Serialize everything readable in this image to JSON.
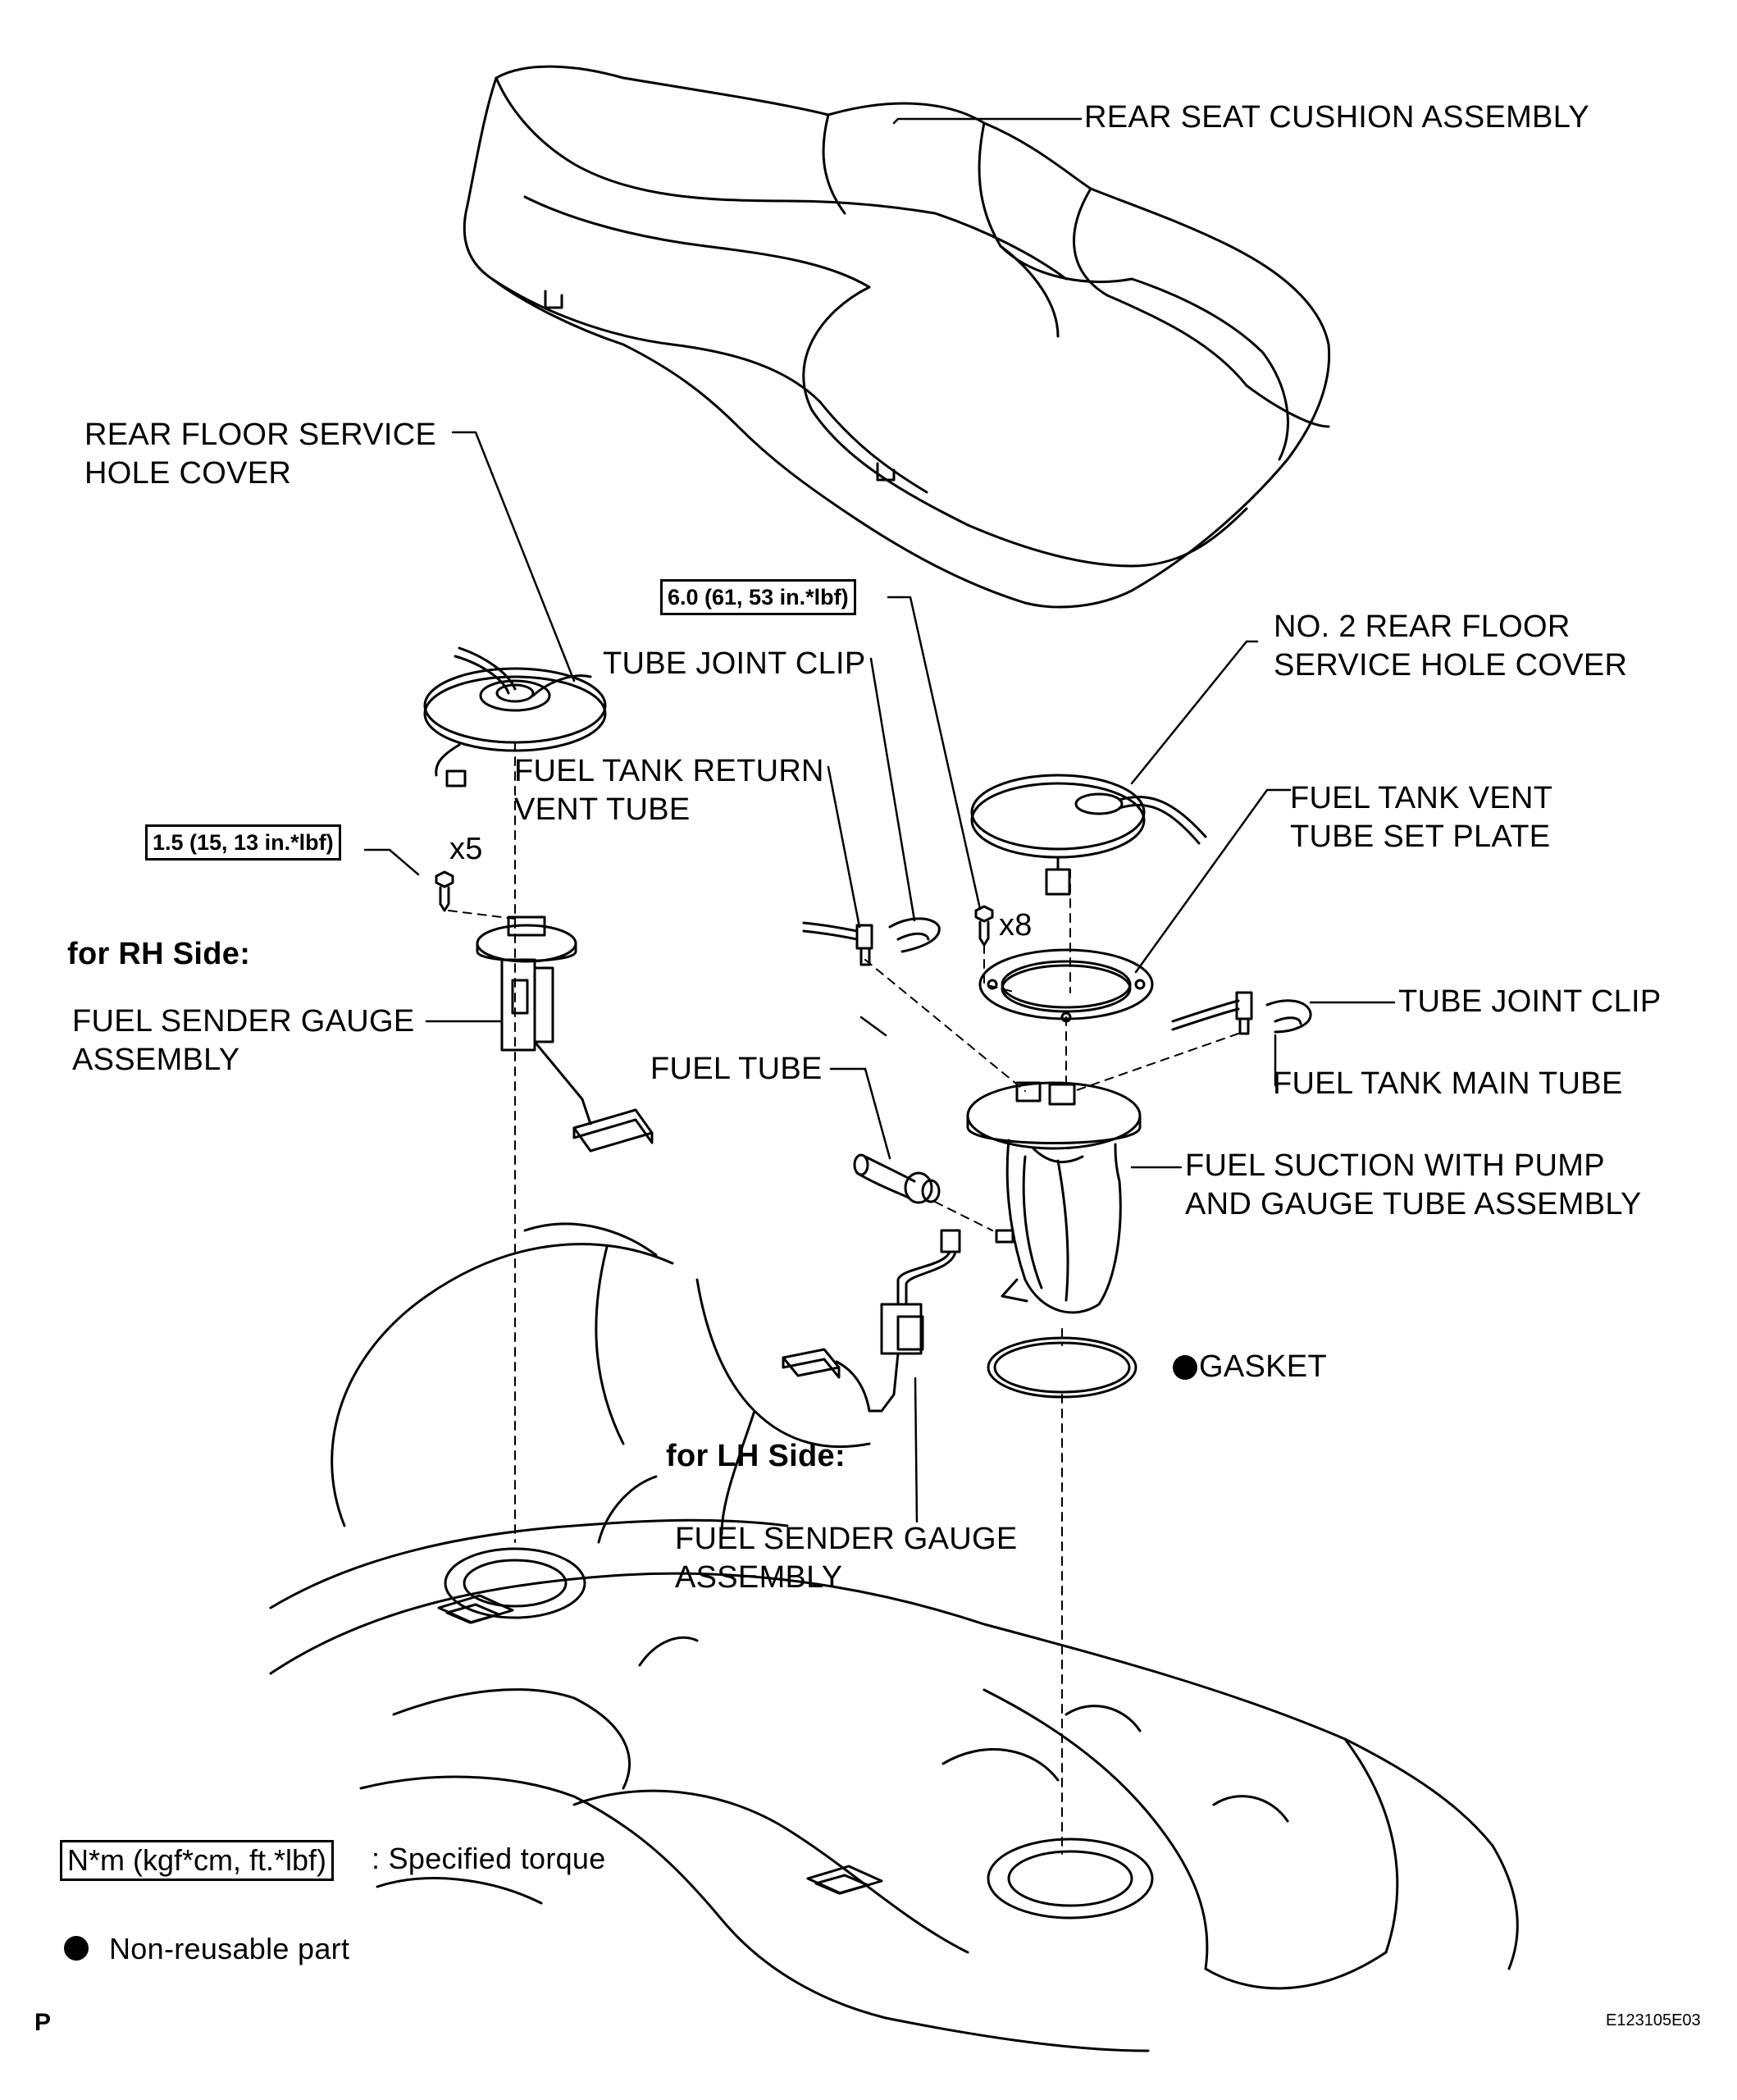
{
  "labels": {
    "rear_seat_cushion": "REAR SEAT CUSHION ASSEMBLY",
    "rear_floor_service_hole_cover_1": "REAR FLOOR SERVICE",
    "rear_floor_service_hole_cover_2": "HOLE COVER",
    "no2_cover_1": "NO. 2 REAR FLOOR",
    "no2_cover_2": "SERVICE HOLE COVER",
    "tube_joint_clip_top": "TUBE JOINT CLIP",
    "fuel_tank_return_vent_tube_1": "FUEL TANK RETURN",
    "fuel_tank_return_vent_tube_2": "VENT TUBE",
    "fuel_tank_vent_set_plate_1": "FUEL TANK VENT",
    "fuel_tank_vent_set_plate_2": "TUBE SET PLATE",
    "tube_joint_clip_right": "TUBE JOINT CLIP",
    "fuel_tank_main_tube": "FUEL TANK MAIN TUBE",
    "for_rh_side": "for RH Side:",
    "fuel_sender_gauge_rh_1": "FUEL SENDER GAUGE",
    "fuel_sender_gauge_rh_2": "ASSEMBLY",
    "fuel_tube": "FUEL TUBE",
    "fuel_suction_1": "FUEL SUCTION WITH PUMP",
    "fuel_suction_2": "AND GAUGE TUBE ASSEMBLY",
    "gasket": "GASKET",
    "for_lh_side": "for LH Side:",
    "fuel_sender_gauge_lh_1": "FUEL SENDER GAUGE",
    "fuel_sender_gauge_lh_2": "ASSEMBLY",
    "qty_x5": "x5",
    "qty_x8": "x8"
  },
  "torque_specs": {
    "rh_screws": "1.5 (15, 13 in.*lbf)",
    "set_plate_screws": "6.0 (61, 53 in.*lbf)"
  },
  "legend": {
    "torque_unit": "N*m (kgf*cm, ft.*lbf)",
    "torque_text": ": Specified torque",
    "non_reusable_text": "Non-reusable part"
  },
  "footer": {
    "page_marker": "P",
    "figure_id": "E123105E03"
  }
}
